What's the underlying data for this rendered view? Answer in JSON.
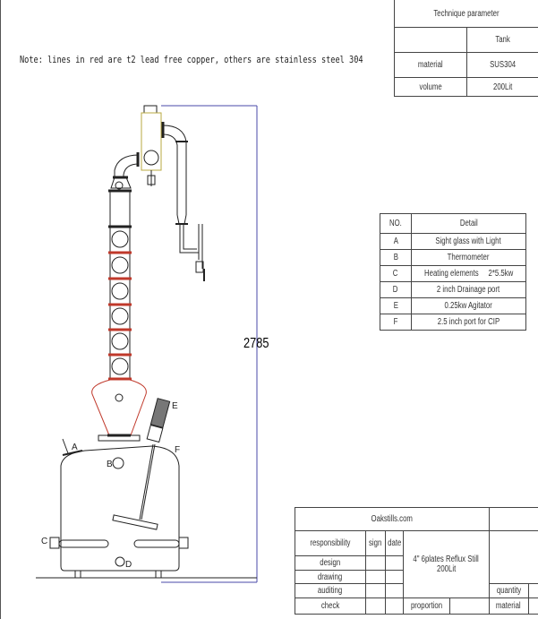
{
  "note": "Note: lines in red are t2 lead free copper, others are stainless steel 304",
  "technique_table": {
    "title": "Technique parameter",
    "column_header": "Tank",
    "rows": [
      {
        "label": "material",
        "value": "SUS304"
      },
      {
        "label": "volume",
        "value": "200Lit"
      }
    ]
  },
  "detail_table": {
    "headers": [
      "NO.",
      "Detail"
    ],
    "rows": [
      {
        "no": "A",
        "detail": "Sight glass with Light"
      },
      {
        "no": "B",
        "detail": "Thermometer"
      },
      {
        "no": "C",
        "detail": "Heating elements     2*5.5kw"
      },
      {
        "no": "D",
        "detail": "2 inch Drainage port"
      },
      {
        "no": "E",
        "detail": "0.25kw Agitator"
      },
      {
        "no": "F",
        "detail": "2.5 inch port for CIP"
      }
    ]
  },
  "title_block": {
    "company": "Oakstills.com",
    "headers": [
      "responsibility",
      "sign",
      "date"
    ],
    "product": "4\"  6plates Reflux Still",
    "product_volume": "200Lit",
    "roles": [
      "design",
      "drawing",
      "auditing",
      "check"
    ],
    "proportion": "proportion",
    "quantity": "quantity",
    "material": "material"
  },
  "diagram": {
    "dimension": "2785",
    "labels": {
      "a": "A",
      "b": "B",
      "c": "C",
      "d": "D",
      "e": "E",
      "f": "F"
    },
    "colors": {
      "copper": "#c0392b",
      "steel": "#222222",
      "dimension": "#4a4aa8",
      "condenser_outline": "#b8a840"
    }
  }
}
